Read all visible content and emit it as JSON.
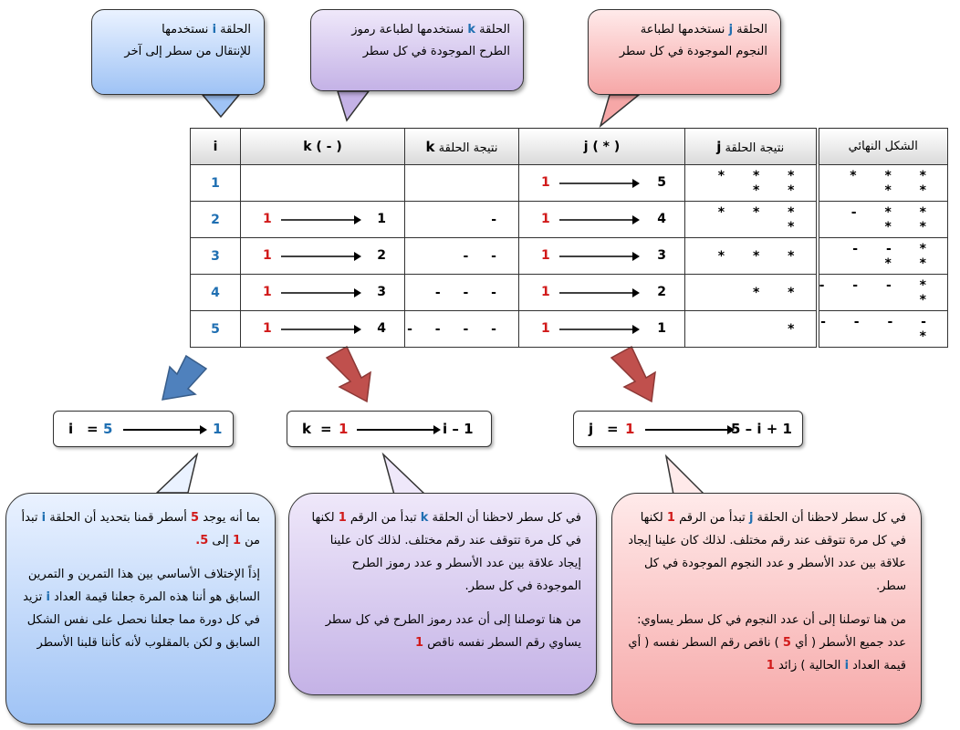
{
  "callouts": {
    "top_left": {
      "l1_a": "الحلقة",
      "l1_var": "i",
      "l1_b": "نستخدمها",
      "l2": "للإنتقال من سطر إلى آخر"
    },
    "top_middle": {
      "l1_a": "الحلقة",
      "l1_var": "k",
      "l1_b": "نستخدمها لطباعة رموز",
      "l2": "الطرح الموجودة في كل سطر"
    },
    "top_right": {
      "l1_a": "الحلقة",
      "l1_var": "j",
      "l1_b": "نستخدمها لطباعة",
      "l2": "النجوم الموجودة في كل سطر"
    }
  },
  "table": {
    "headers": {
      "i": "i",
      "k_range": "k ( - )",
      "k_result": "نتيجة الحلقة",
      "k_result_var": "k",
      "j_range": "j ( * )",
      "j_result": "نتيجة الحلقة",
      "j_result_var": "j",
      "final": "الشكل النهائي"
    },
    "rows": [
      {
        "i": "1",
        "k_from": "",
        "k_to": "",
        "k_res": "",
        "j_from": "1",
        "j_to": "5",
        "j_res": "* * * * *",
        "final": "* * * * *"
      },
      {
        "i": "2",
        "k_from": "1",
        "k_to": "1",
        "k_res": "-",
        "j_from": "1",
        "j_to": "4",
        "j_res": "* * * *",
        "final": "- * * * *"
      },
      {
        "i": "3",
        "k_from": "1",
        "k_to": "2",
        "k_res": "- -",
        "j_from": "1",
        "j_to": "3",
        "j_res": "* * *",
        "final": "- - * * *"
      },
      {
        "i": "4",
        "k_from": "1",
        "k_to": "3",
        "k_res": "- - -",
        "j_from": "1",
        "j_to": "2",
        "j_res": "* *",
        "final": "- - - * *"
      },
      {
        "i": "5",
        "k_from": "1",
        "k_to": "4",
        "k_res": "- - - -",
        "j_from": "1",
        "j_to": "1",
        "j_res": "*",
        "final": "- - - - *"
      }
    ]
  },
  "formulas": {
    "i": {
      "var": "i",
      "eq": "=",
      "from": "5",
      "to": "1"
    },
    "k": {
      "var": "k",
      "eq": "=",
      "from": "1",
      "to": "i – 1"
    },
    "j": {
      "var": "j",
      "eq": "=",
      "from": "1",
      "to": "5 – i + 1"
    }
  },
  "bottom": {
    "left": {
      "p1_a": "بما أنه يوجد",
      "p1_n5": "5",
      "p1_b": "أسطر قمنا بتحديد أن الحلقة",
      "p1_var": "i",
      "p1_c": "تبدأ من",
      "p1_n1": "1",
      "p1_d": "إلى",
      "p1_n5b": "5.",
      "p2_a": "إذاً الإختلاف الأساسي بين هذا التمرين و التمرين السابق هو أننا هذه المرة جعلنا قيمة العداد",
      "p2_var": "i",
      "p2_b": "تزيد في كل دورة مما جعلنا نحصل على نفس الشكل السابق و لكن بالمقلوب لأنه كأننا قلبنا الأسطر"
    },
    "middle": {
      "p1_a": "في كل سطر لاحظنا أن الحلقة",
      "p1_var": "k",
      "p1_b": "تبدأ من الرقم",
      "p1_n": "1",
      "p1_c": "لكنها في كل مرة تتوقف عند رقم مختلف. لذلك كان علينا إيجاد علاقة بين عدد الأسطر و عدد رموز الطرح الموجودة في كل سطر.",
      "p2_a": "من هنا توصلنا إلى أن عدد رموز الطرح في كل سطر يساوي رقم السطر نفسه ناقص",
      "p2_n": "1"
    },
    "right": {
      "p1_a": "في كل سطر لاحظنا أن الحلقة",
      "p1_var": "j",
      "p1_b": "تبدأ من الرقم",
      "p1_n": "1",
      "p1_c": "لكنها في كل مرة تتوقف عند رقم مختلف. لذلك كان علينا إيجاد علاقة بين عدد الأسطر و عدد النجوم الموجودة في كل سطر.",
      "p2_a": "من هنا توصلنا إلى أن عدد النجوم في كل سطر يساوي: عدد جميع الأسطر ( أي",
      "p2_n5": "5",
      "p2_b": ") ناقص رقم السطر نفسه ( أي قيمة العداد",
      "p2_var": "i",
      "p2_c": "الحالية ) زائد",
      "p2_n1": "1"
    }
  },
  "colors": {
    "blue": "#1f6fb2",
    "red": "#d11a1a"
  }
}
